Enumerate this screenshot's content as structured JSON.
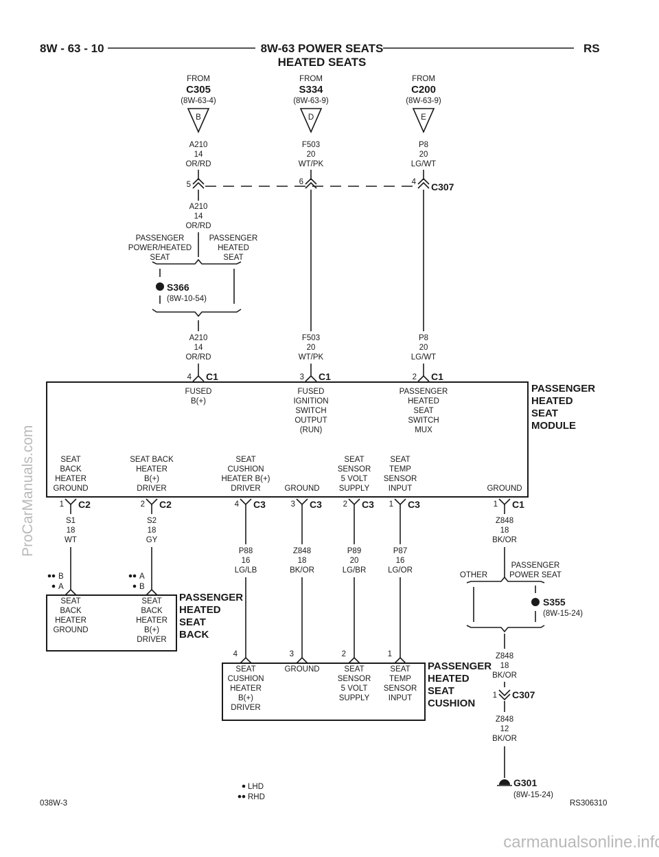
{
  "header": {
    "page_number": "8W - 63 - 10",
    "title_line1": "8W-63 POWER SEATS",
    "title_line2": "HEATED SEATS",
    "section_code": "RS"
  },
  "sources": [
    {
      "from": "FROM",
      "connector": "C305",
      "ref": "(8W-63-4)",
      "pin": "B"
    },
    {
      "from": "FROM",
      "connector": "S334",
      "ref": "(8W-63-9)",
      "pin": "D"
    },
    {
      "from": "FROM",
      "connector": "C200",
      "ref": "(8W-63-9)",
      "pin": "E"
    }
  ],
  "wires": {
    "a210": {
      "circuit": "A210",
      "gauge": "14",
      "color": "OR/RD"
    },
    "f503": {
      "circuit": "F503",
      "gauge": "20",
      "color": "WT/PK"
    },
    "p8": {
      "circuit": "P8",
      "gauge": "20",
      "color": "LG/WT"
    },
    "s1": {
      "circuit": "S1",
      "gauge": "18",
      "color": "WT"
    },
    "s2": {
      "circuit": "S2",
      "gauge": "18",
      "color": "GY"
    },
    "p88": {
      "circuit": "P88",
      "gauge": "16",
      "color": "LG/LB"
    },
    "z848_3": {
      "circuit": "Z848",
      "gauge": "18",
      "color": "BK/OR"
    },
    "p89": {
      "circuit": "P89",
      "gauge": "20",
      "color": "LG/BR"
    },
    "p87": {
      "circuit": "P87",
      "gauge": "16",
      "color": "LG/OR"
    },
    "z848_c1": {
      "circuit": "Z848",
      "gauge": "18",
      "color": "BK/OR"
    },
    "z848_s355": {
      "circuit": "Z848",
      "gauge": "18",
      "color": "BK/OR"
    },
    "z848_g301": {
      "circuit": "Z848",
      "gauge": "12",
      "color": "BK/OR"
    }
  },
  "c307": {
    "name": "C307",
    "pin_a210": "5",
    "pin_f503": "6",
    "pin_p8": "4",
    "pin_ground": "1",
    "ground_name": "C307"
  },
  "s366": {
    "name": "S366",
    "ref": "(8W-10-54)",
    "branch_left": [
      "PASSENGER",
      "POWER/HEATED",
      "SEAT"
    ],
    "branch_right": [
      "PASSENGER",
      "HEATED",
      "SEAT"
    ]
  },
  "module": {
    "name_lines": [
      "PASSENGER",
      "HEATED",
      "SEAT",
      "MODULE"
    ],
    "top_pins": [
      {
        "pin": "4",
        "conn": "C1",
        "label": [
          "FUSED",
          "B(+)"
        ]
      },
      {
        "pin": "3",
        "conn": "C1",
        "label": [
          "FUSED",
          "IGNITION",
          "SWITCH",
          "OUTPUT",
          "(RUN)"
        ]
      },
      {
        "pin": "2",
        "conn": "C1",
        "label": [
          "PASSENGER",
          "HEATED",
          "SEAT",
          "SWITCH",
          "MUX"
        ]
      }
    ],
    "bottom_pins": [
      {
        "pin": "1",
        "conn": "C2",
        "label": [
          "SEAT",
          "BACK",
          "HEATER",
          "GROUND"
        ]
      },
      {
        "pin": "2",
        "conn": "C2",
        "label": [
          "SEAT BACK",
          "HEATER",
          "B(+)",
          "DRIVER"
        ]
      },
      {
        "pin": "4",
        "conn": "C3",
        "label": [
          "SEAT",
          "CUSHION",
          "HEATER B(+)",
          "DRIVER"
        ]
      },
      {
        "pin": "3",
        "conn": "C3",
        "label": [
          "GROUND"
        ]
      },
      {
        "pin": "2",
        "conn": "C3",
        "label": [
          "SEAT",
          "SENSOR",
          "5 VOLT",
          "SUPPLY"
        ]
      },
      {
        "pin": "1",
        "conn": "C3",
        "label": [
          "SEAT",
          "TEMP",
          "SENSOR",
          "INPUT"
        ]
      },
      {
        "pin": "1",
        "conn": "C1",
        "label": [
          "GROUND"
        ]
      }
    ]
  },
  "seat_back": {
    "name_lines": [
      "PASSENGER",
      "HEATED",
      "SEAT",
      "BACK"
    ],
    "left_label": [
      "SEAT",
      "BACK",
      "HEATER",
      "GROUND"
    ],
    "right_label": [
      "SEAT",
      "BACK",
      "HEATER",
      "B(+)",
      "DRIVER"
    ],
    "left_pins": [
      "B",
      "A"
    ],
    "right_pins": [
      "A",
      "B"
    ]
  },
  "seat_cushion": {
    "name_lines": [
      "PASSENGER",
      "HEATED",
      "SEAT",
      "CUSHION"
    ],
    "pins": [
      {
        "pin": "4",
        "label": [
          "SEAT",
          "CUSHION",
          "HEATER",
          "B(+)",
          "DRIVER"
        ]
      },
      {
        "pin": "3",
        "label": [
          "GROUND"
        ]
      },
      {
        "pin": "2",
        "label": [
          "SEAT",
          "SENSOR",
          "5 VOLT",
          "SUPPLY"
        ]
      },
      {
        "pin": "1",
        "label": [
          "SEAT",
          "TEMP",
          "SENSOR",
          "INPUT"
        ]
      }
    ]
  },
  "s355": {
    "name": "S355",
    "ref": "(8W-15-24)",
    "branch_left": [
      "OTHER"
    ],
    "branch_right": [
      "PASSENGER",
      "POWER SEAT"
    ]
  },
  "g301": {
    "name": "G301",
    "ref": "(8W-15-24)"
  },
  "legend": {
    "lhd": "LHD",
    "rhd": "RHD"
  },
  "footer": {
    "left_code": "038W-3",
    "right_code": "RS306310"
  },
  "watermarks": {
    "side": "ProCarManuals.com",
    "bottom": "carmanualsonline.info"
  },
  "colors": {
    "ink": "#1a1a1a",
    "watermark": "#b9b9b9"
  }
}
